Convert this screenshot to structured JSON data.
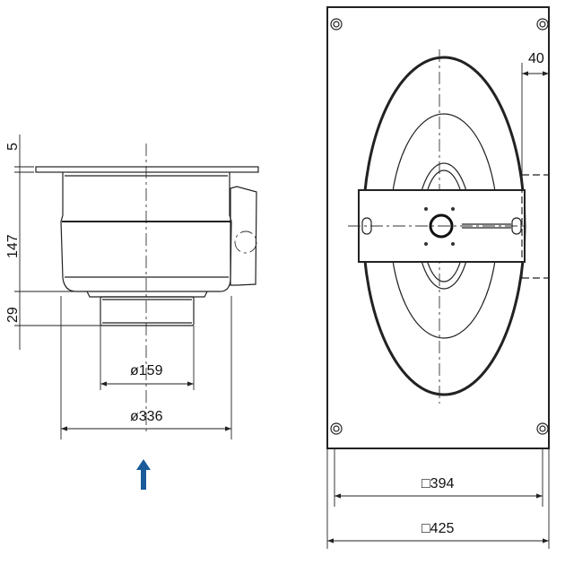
{
  "side_view": {
    "dim_flange": "5",
    "dim_height": "147",
    "dim_nozzle_height": "29",
    "dim_nozzle_diameter": "ø159",
    "dim_body_diameter": "ø336",
    "airflow_arrow": {
      "icon": "arrow-up-icon",
      "color": "#1a5a9a"
    }
  },
  "front_view": {
    "dim_box_depth": "40",
    "dim_hole_spacing": "□394",
    "dim_plate_size": "□425"
  }
}
